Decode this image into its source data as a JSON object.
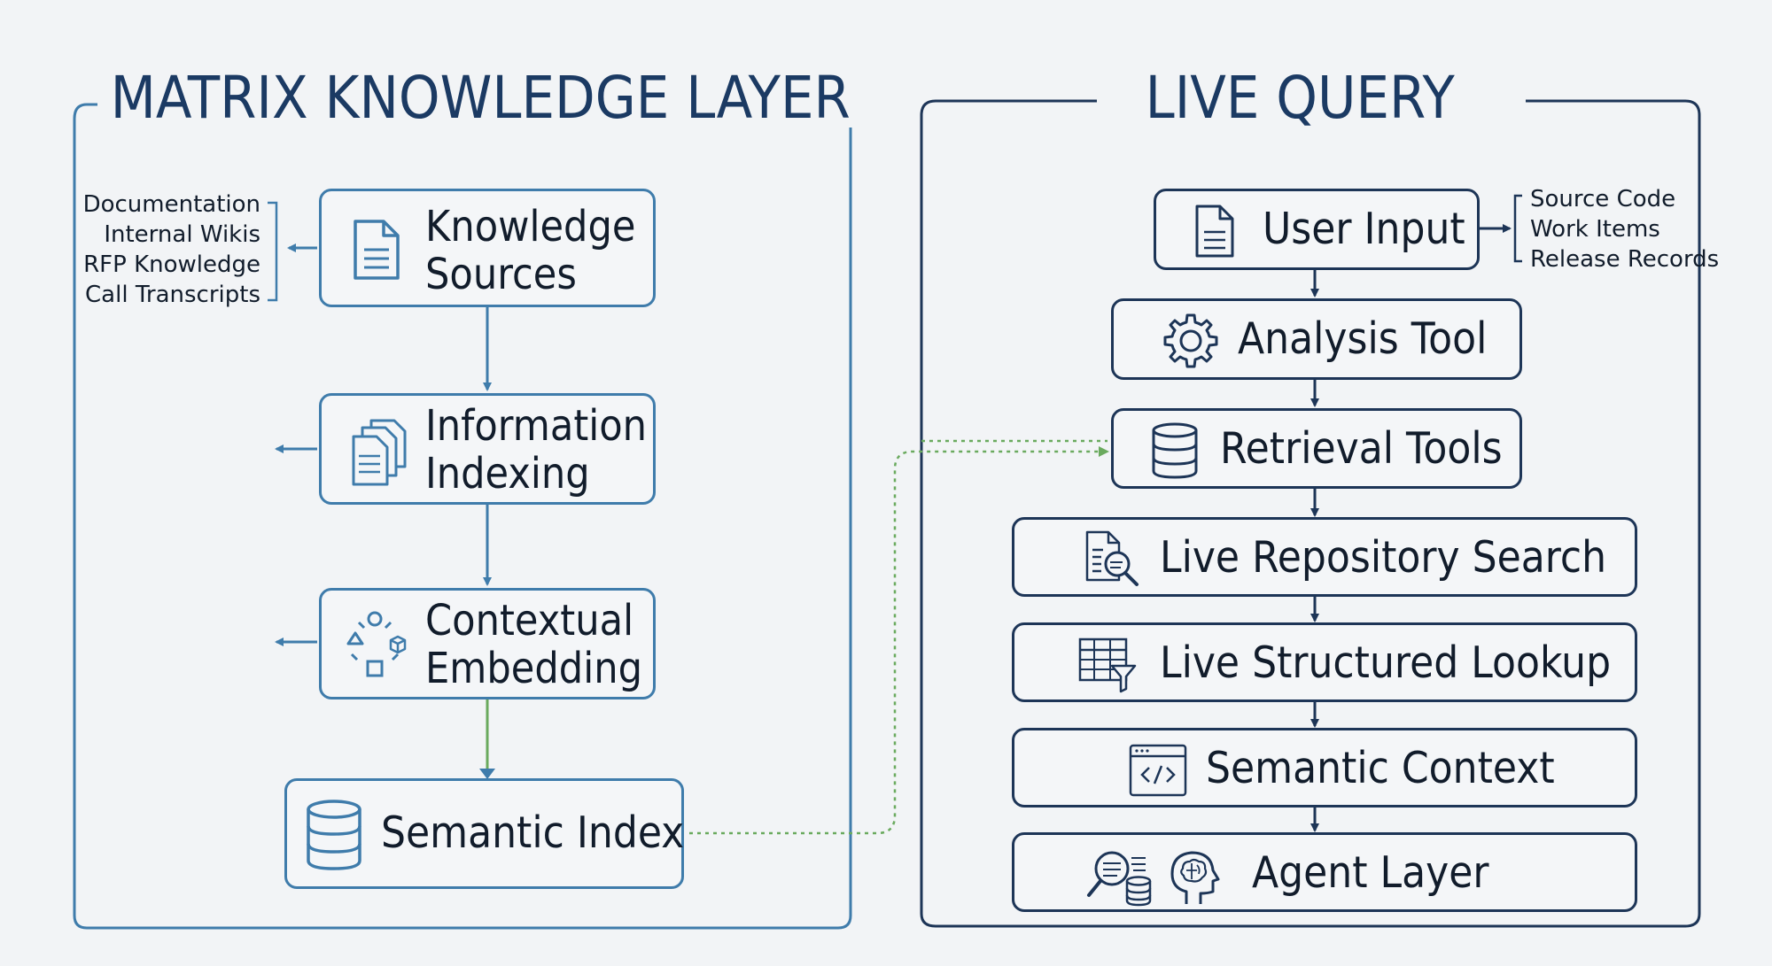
{
  "panels": {
    "knowledge": {
      "title": "MATRIX KNOWLEDGE LAYER",
      "sources_list": [
        "Documentation",
        "Internal Wikis",
        "RFP Knowledge",
        "Call Transcripts"
      ],
      "steps": [
        {
          "line1": "Knowledge",
          "line2": "Sources",
          "icon": "document-icon"
        },
        {
          "line1": "Information",
          "line2": "Indexing",
          "icon": "documents-stack-icon"
        },
        {
          "line1": "Contextual",
          "line2": "Embedding",
          "icon": "shapes-cluster-icon"
        },
        {
          "label": "Semantic Index",
          "icon": "database-icon"
        }
      ]
    },
    "live": {
      "title": "LIVE QUERY",
      "inputs_list": [
        "Source Code",
        "Work Items",
        "Release Records"
      ],
      "steps": [
        {
          "label": "User Input",
          "icon": "document-icon"
        },
        {
          "label": "Analysis Tool",
          "icon": "gear-icon"
        },
        {
          "label": "Retrieval Tools",
          "icon": "database-icon"
        },
        {
          "label": "Live Repository Search",
          "icon": "document-search-icon"
        },
        {
          "label": "Live Structured Lookup",
          "icon": "table-filter-icon"
        },
        {
          "label": "Semantic Context",
          "icon": "code-window-icon"
        },
        {
          "label": "Agent Layer",
          "icon": "search-database-brain-icon"
        }
      ]
    }
  },
  "colors": {
    "background": "#f2f4f6",
    "left_accent": "#3f7cab",
    "right_accent": "#1d3557",
    "connector_green": "#6aaa5e",
    "text": "#111c2b"
  }
}
